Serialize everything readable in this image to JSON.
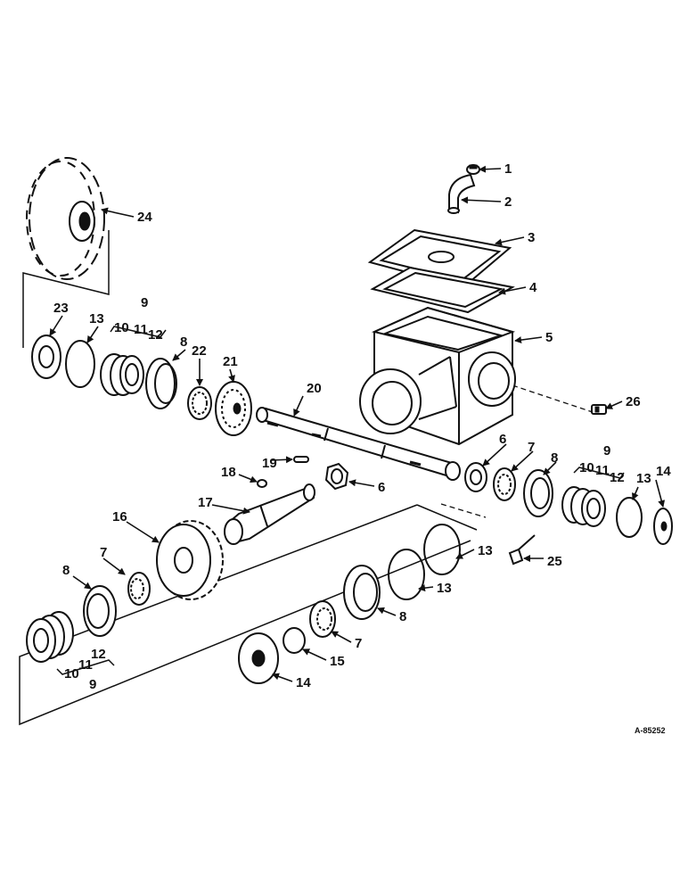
{
  "callouts": {
    "c1": "1",
    "c2": "2",
    "c3": "3",
    "c4": "4",
    "c5": "5",
    "c6a": "6",
    "c6b": "6",
    "c7a": "7",
    "c7b": "7",
    "c7c": "7",
    "c8a": "8",
    "c8b": "8",
    "c8c": "8",
    "c8d": "8",
    "c9a": "9",
    "c9b": "9",
    "c9c": "9",
    "c10a": "10",
    "c10b": "10",
    "c10c": "10",
    "c11a": "11",
    "c11b": "11",
    "c11c": "11",
    "c12a": "12",
    "c12b": "12",
    "c12c": "12",
    "c13a": "13",
    "c13b": "13",
    "c13c": "13",
    "c13d": "13",
    "c14a": "14",
    "c14b": "14",
    "c15": "15",
    "c16": "16",
    "c17": "17",
    "c18": "18",
    "c19": "19",
    "c20": "20",
    "c21": "21",
    "c22": "22",
    "c23": "23",
    "c24": "24",
    "c25": "25",
    "c26": "26"
  },
  "drawing_ref": "A-85252"
}
